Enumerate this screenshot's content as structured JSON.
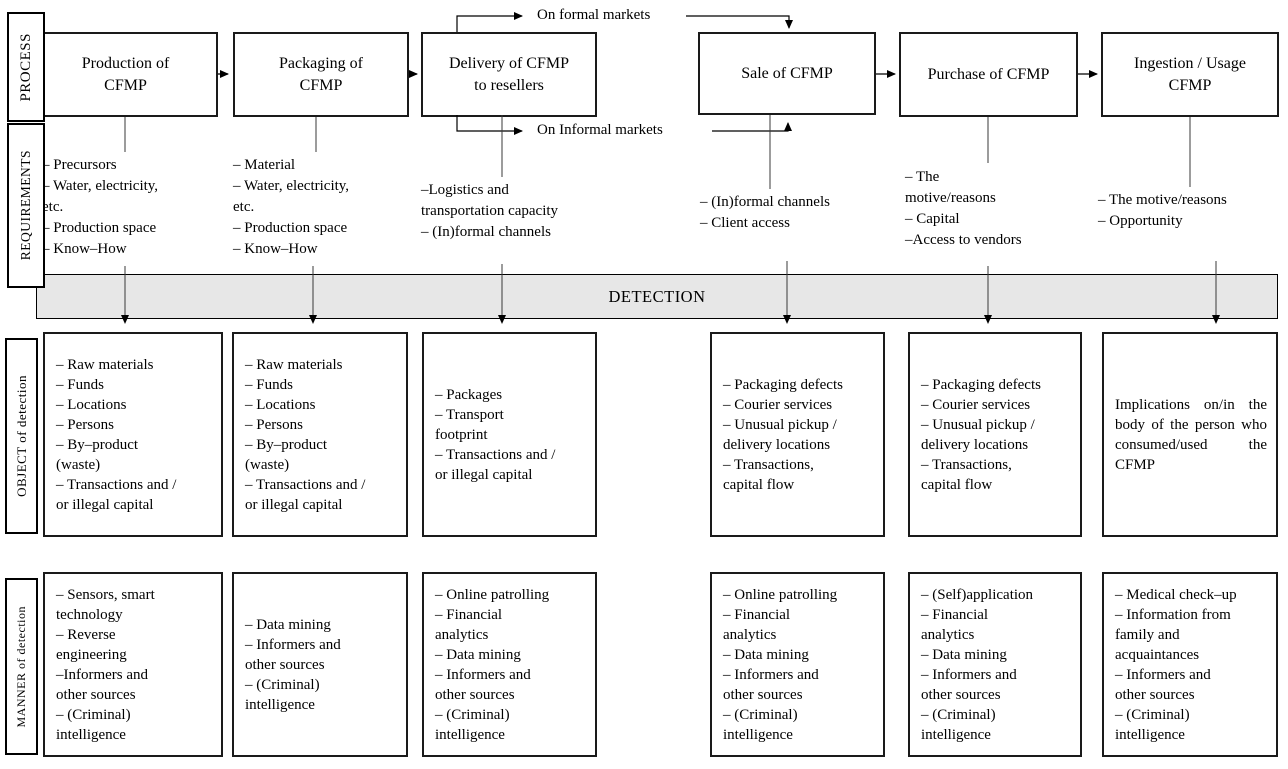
{
  "row_labels": {
    "process": "PROCESS",
    "requirements": "REQUIREMENTS",
    "object": "OBJECT of detection",
    "manner": "MANNER of detection"
  },
  "detection_band_label": "DETECTION",
  "market_labels": {
    "formal": "On formal markets",
    "informal": "On Informal markets"
  },
  "colors": {
    "band_fill": "#e7e7e7",
    "line": "#000000"
  },
  "columns": [
    {
      "process": "Production of\nCFMP",
      "requirements": [
        "– Precursors",
        "– Water, electricity,\netc.",
        "– Production space",
        "– Know–How"
      ],
      "object": [
        "– Raw materials",
        "– Funds",
        "– Locations",
        "– Persons",
        "– By–product\n(waste)",
        "– Transactions and /\nor illegal capital"
      ],
      "manner": [
        "– Sensors, smart\ntechnology",
        "– Reverse\nengineering",
        "–Informers and\nother sources",
        "– (Criminal)\nintelligence"
      ]
    },
    {
      "process": "Packaging of\nCFMP",
      "requirements": [
        "– Material",
        "– Water, electricity,\netc.",
        "– Production space",
        "– Know–How"
      ],
      "object": [
        "– Raw materials",
        "– Funds",
        "– Locations",
        "– Persons",
        "– By–product\n(waste)",
        "– Transactions and /\nor illegal capital"
      ],
      "manner": [
        "– Data mining",
        "– Informers and\nother sources",
        "– (Criminal)\nintelligence"
      ]
    },
    {
      "process": "Delivery of CFMP\nto resellers",
      "requirements": [
        "–Logistics and\ntransportation capacity",
        "– (In)formal channels"
      ],
      "object": [
        "– Packages",
        "– Transport\nfootprint",
        "– Transactions and /\nor illegal capital"
      ],
      "manner": [
        "– Online patrolling",
        "– Financial\nanalytics",
        "– Data mining",
        "– Informers and\nother sources",
        "– (Criminal)\nintelligence"
      ]
    },
    {
      "process": "Sale of CFMP",
      "requirements": [
        "– (In)formal channels",
        "– Client access"
      ],
      "object": [
        "– Packaging defects",
        "– Courier services",
        "– Unusual pickup /\ndelivery locations",
        "– Transactions,\ncapital flow"
      ],
      "manner": [
        "– Online patrolling",
        "– Financial\nanalytics",
        "– Data mining",
        "– Informers and\nother sources",
        "– (Criminal)\nintelligence"
      ]
    },
    {
      "process": "Purchase of CFMP",
      "requirements": [
        "– The\nmotive/reasons",
        "– Capital",
        "–Access to vendors"
      ],
      "object": [
        "– Packaging defects",
        "– Courier services",
        "– Unusual pickup /\ndelivery locations",
        "– Transactions,\ncapital flow"
      ],
      "manner": [
        "– (Self)application",
        "– Financial\nanalytics",
        "– Data mining",
        "– Informers and\nother sources",
        "– (Criminal)\nintelligence"
      ]
    },
    {
      "process": "Ingestion / Usage\nCFMP",
      "requirements": [
        "– The motive/reasons",
        "– Opportunity"
      ],
      "object": "Implications on/in the body of the person who consumed/used the CFMP",
      "manner": [
        "– Medical check–up",
        "– Information from\nfamily and\nacquaintances",
        "– Informers and\nother sources",
        "– (Criminal)\nintelligence"
      ]
    }
  ]
}
